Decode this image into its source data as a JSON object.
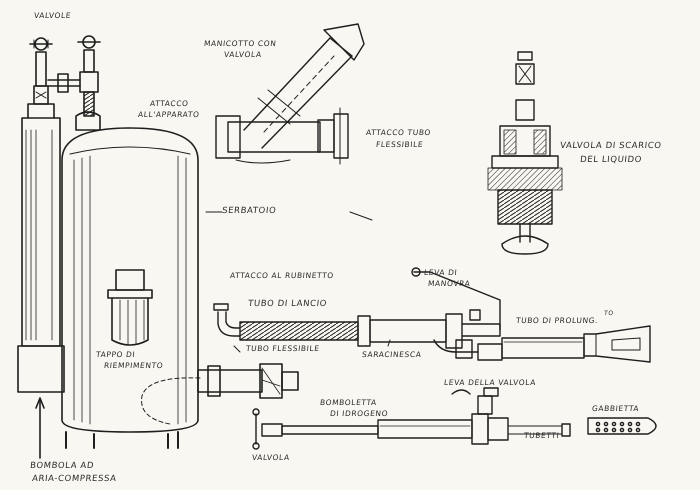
{
  "labels": {
    "valvole": "VALVOLE",
    "manicotto_1": "MANICOTTO CON",
    "manicotto_2": "VALVOLA",
    "attacco_app_1": "ATTACCO",
    "attacco_app_2": "ALL'APPARATO",
    "attacco_tubo_1": "ATTACCO TUBO",
    "attacco_tubo_2": "FLESSIBILE",
    "valvola_scarico_1": "VALVOLA DI SCARICO",
    "valvola_scarico_2": "DEL LIQUIDO",
    "serbatoio": "SERBATOIO",
    "attacco_rubinetto": "ATTACCO AL RUBINETTO",
    "tubo_lancio": "TUBO DI LANCIO",
    "tubo_flessibile": "TUBO FLESSIBILE",
    "leva_manovra_1": "LEVA DI",
    "leva_manovra_2": "MANOVRA",
    "tubo_prolung": "TUBO DI PROLUNG.",
    "tubo_prolung_sup": "TO",
    "saracinesca": "SARACINESCA",
    "tappo_1": "TAPPO DI",
    "tappo_2": "RIEMPIMENTO",
    "leva_valvola": "LEVA DELLA VALVOLA",
    "bomboletta_1": "BOMBOLETTA",
    "bomboletta_2": "DI IDROGENO",
    "gabbietta": "GABBIETTA",
    "tubetti": "TUBETTI",
    "valvola_a": "VALVOLA",
    "bombola_1": "BOMBOLA AD",
    "bombola_2": "ARIA-COMPRESSA"
  },
  "colors": {
    "ink": "#1e1e1e",
    "paper": "#f8f7f2",
    "shade": "#c9c7bf"
  }
}
